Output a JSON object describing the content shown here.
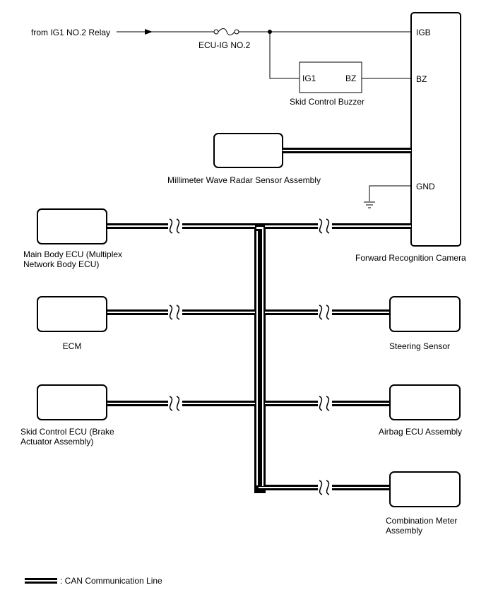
{
  "source": {
    "label": "from IG1 NO.2 Relay"
  },
  "fuse": {
    "label": "ECU-IG NO.2"
  },
  "buzzer": {
    "name": "Skid Control Buzzer",
    "pin_ig1": "IG1",
    "pin_bz": "BZ"
  },
  "camera": {
    "name": "Forward Recognition Camera",
    "pin_igb": "IGB",
    "pin_bz": "BZ",
    "pin_gnd": "GND"
  },
  "radar": {
    "name": "Millimeter Wave Radar Sensor Assembly"
  },
  "ecus": {
    "main_body": {
      "name_line1": "Main Body ECU (Multiplex",
      "name_line2": "Network Body ECU)"
    },
    "ecm": {
      "name": "ECM"
    },
    "skid_control": {
      "name_line1": "Skid Control ECU (Brake",
      "name_line2": "Actuator Assembly)"
    },
    "steering": {
      "name": "Steering Sensor"
    },
    "airbag": {
      "name": "Airbag ECU Assembly"
    },
    "meter": {
      "name_line1": "Combination Meter",
      "name_line2": "Assembly"
    }
  },
  "legend": {
    "label": ": CAN Communication Line"
  }
}
